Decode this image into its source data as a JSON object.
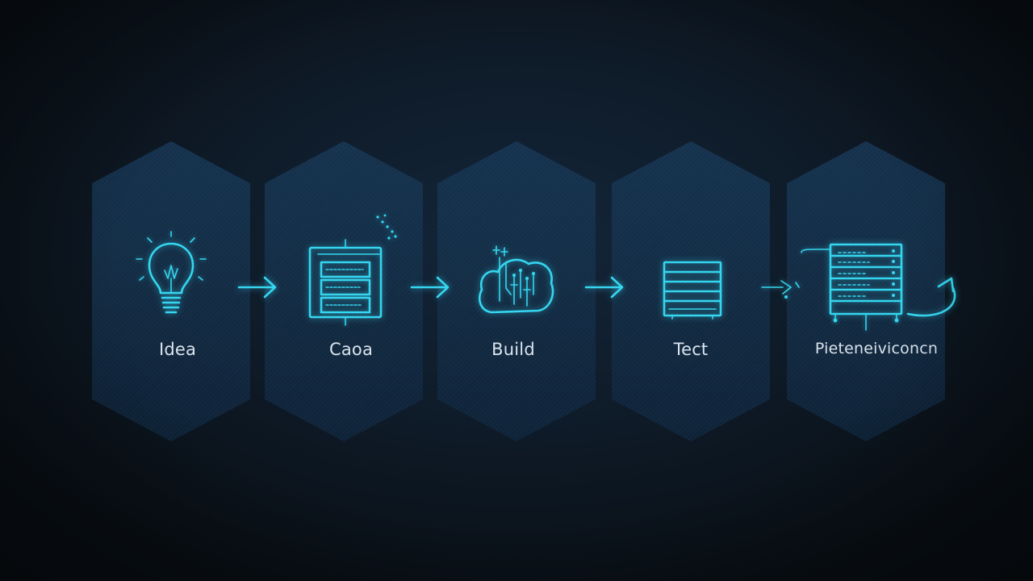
{
  "steps": [
    {
      "label": "Idea",
      "icon": "lightbulb-icon"
    },
    {
      "label": "Caoa",
      "icon": "code-window-icon"
    },
    {
      "label": "Build",
      "icon": "circuit-cloud-icon"
    },
    {
      "label": "Tect",
      "icon": "server-rack-icon"
    },
    {
      "label": "Pieteneiviconcn",
      "icon": "deploy-server-icon"
    }
  ],
  "connectors": [
    {
      "icon": "arrow-right-icon"
    },
    {
      "icon": "arrow-right-icon"
    },
    {
      "icon": "arrow-right-icon"
    },
    {
      "icon": "arrow-right-icon"
    }
  ],
  "colors": {
    "background": "#0f1c2a",
    "hexagon": "#153049",
    "accent": "#35d6f0",
    "label": "#d9e4ee"
  }
}
